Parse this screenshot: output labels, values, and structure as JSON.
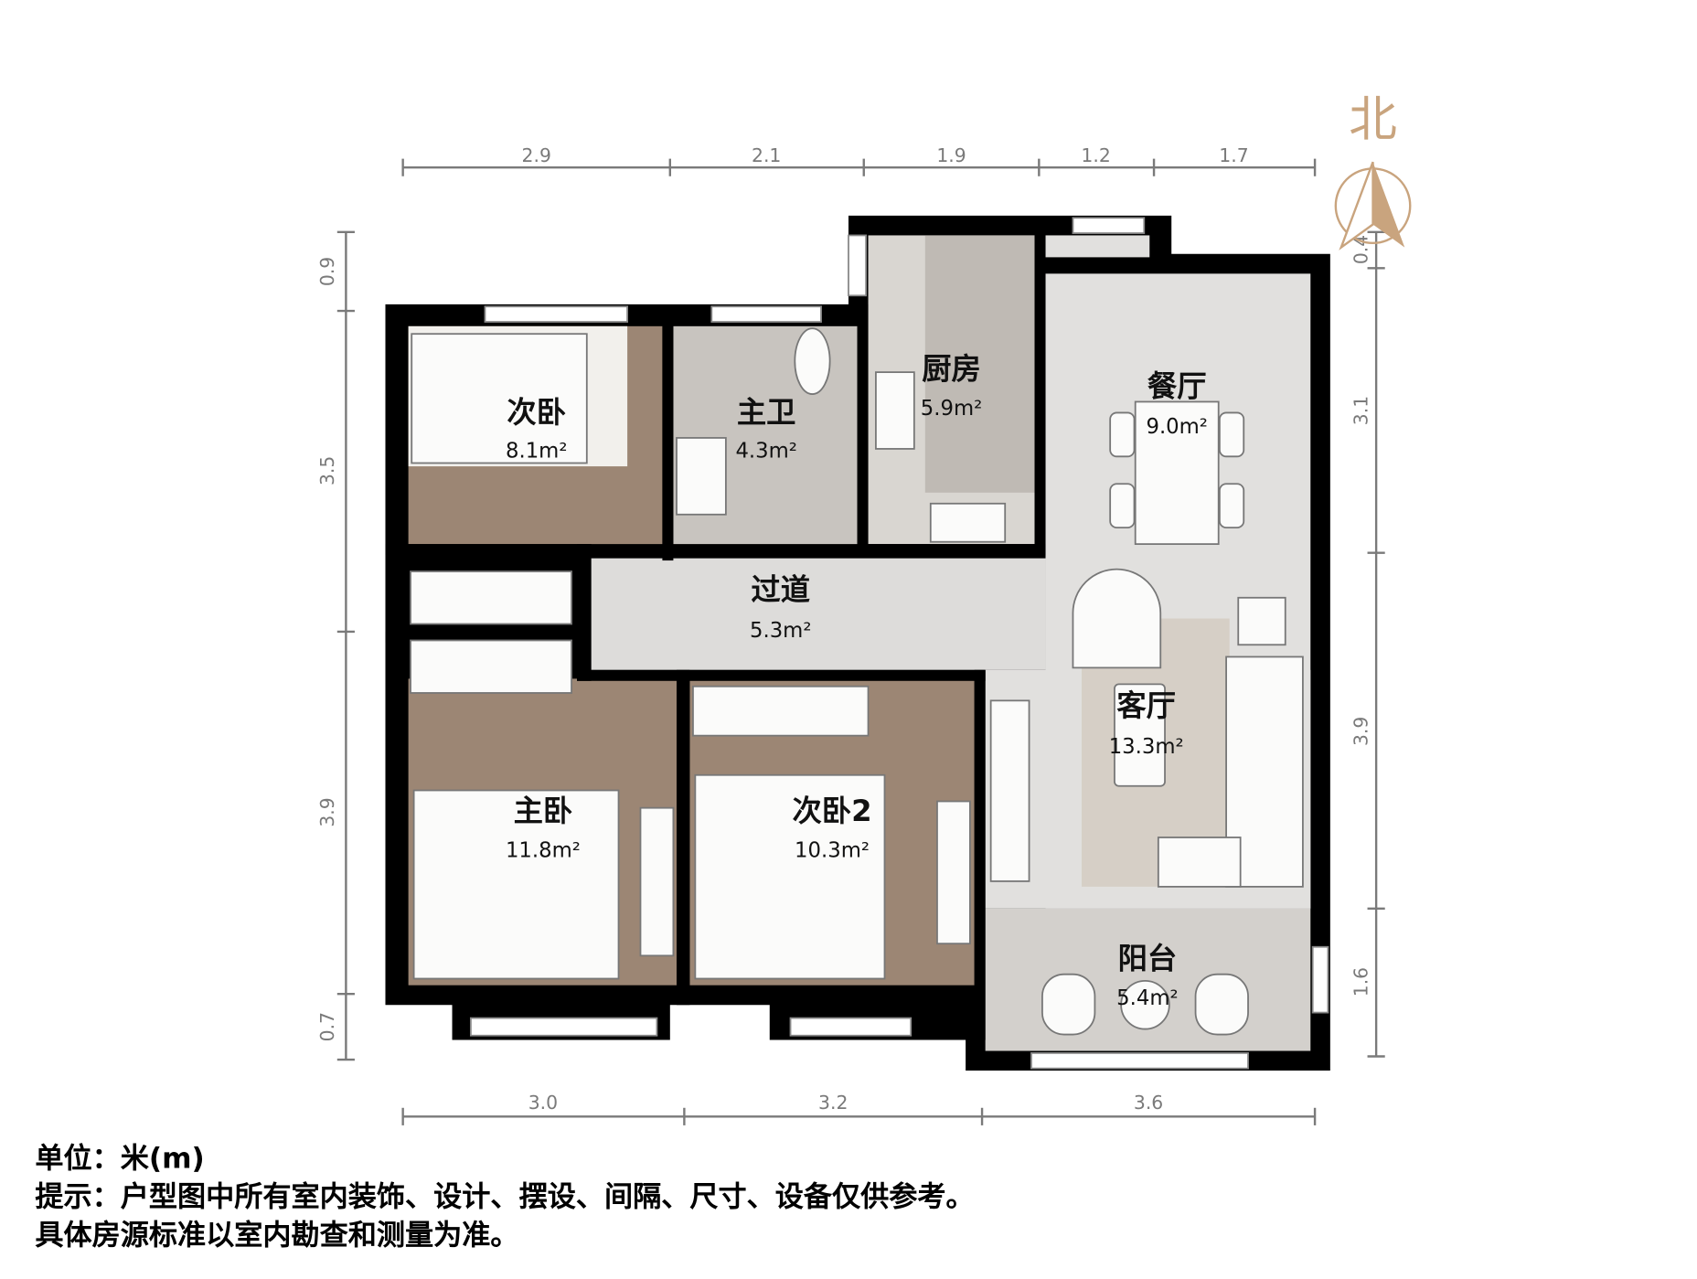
{
  "compass": {
    "label": "北",
    "color": "#c9a47e"
  },
  "dimensions": {
    "top": [
      "2.9",
      "2.1",
      "1.9",
      "1.2",
      "1.7"
    ],
    "bottom": [
      "3.0",
      "3.2",
      "3.6"
    ],
    "left": [
      "0.9",
      "3.5",
      "3.9",
      "0.7"
    ],
    "right": [
      "0.4",
      "3.1",
      "3.9",
      "1.6"
    ]
  },
  "rooms": {
    "bedroom_second": {
      "name": "次卧",
      "area": "8.1m²"
    },
    "master_bath": {
      "name": "主卫",
      "area": "4.3m²"
    },
    "kitchen": {
      "name": "厨房",
      "area": "5.9m²"
    },
    "dining": {
      "name": "餐厅",
      "area": "9.0m²"
    },
    "corridor": {
      "name": "过道",
      "area": "5.3m²"
    },
    "living": {
      "name": "客厅",
      "area": "13.3m²"
    },
    "master_bedroom": {
      "name": "主卧",
      "area": "11.8m²"
    },
    "bedroom_second_2": {
      "name": "次卧2",
      "area": "10.3m²"
    },
    "balcony": {
      "name": "阳台",
      "area": "5.4m²"
    }
  },
  "notes": {
    "unit": "单位：米(m)",
    "hint": "提示：户型图中所有室内装饰、设计、摆设、间隔、尺寸、设备仅供参考。",
    "standard": "具体房源标准以室内勘查和测量为准。"
  }
}
